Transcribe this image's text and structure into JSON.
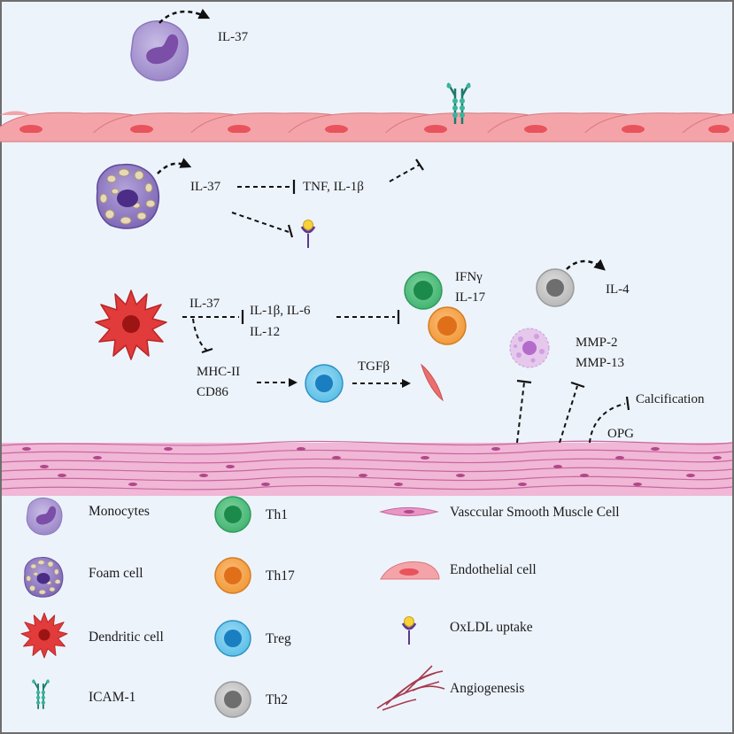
{
  "labels": {
    "il37_top": "IL-37",
    "il37_foam": "IL-37",
    "tnf_il1b": "TNF, IL-1β",
    "il37_dc": "IL-37",
    "il1b_il6": "IL-1β, IL-6",
    "il12": "IL-12",
    "ifng": "IFNγ",
    "il17": "IL-17",
    "il4": "IL-4",
    "mhc2": "MHC-II",
    "cd86": "CD86",
    "tgfb": "TGFβ",
    "mmp2": "MMP-2",
    "mmp13": "MMP-13",
    "calcification": "Calcification",
    "opg": "OPG"
  },
  "legend": {
    "monocytes": "Monocytes",
    "foam_cell": "Foam cell",
    "dendritic_cell": "Dendritic cell",
    "icam1": "ICAM-1",
    "th1": "Th1",
    "th17": "Th17",
    "treg": "Treg",
    "th2": "Th2",
    "vsmc": "Vasccular Smooth Muscle Cell",
    "endothelial": "Endothelial cell",
    "oxldl": "OxLDL uptake",
    "angiogenesis": "Angiogenesis"
  },
  "colors": {
    "background": "#edf3fb",
    "endothelial": "#f4a4a8",
    "muscle": "#f1b7d6",
    "th1": "#2eaa62",
    "th17": "#f08a2a",
    "treg": "#1e9fd8",
    "th2": "#8a8a8a",
    "dendritic": "#e23b3b",
    "monocyte": "#9b86c8"
  }
}
